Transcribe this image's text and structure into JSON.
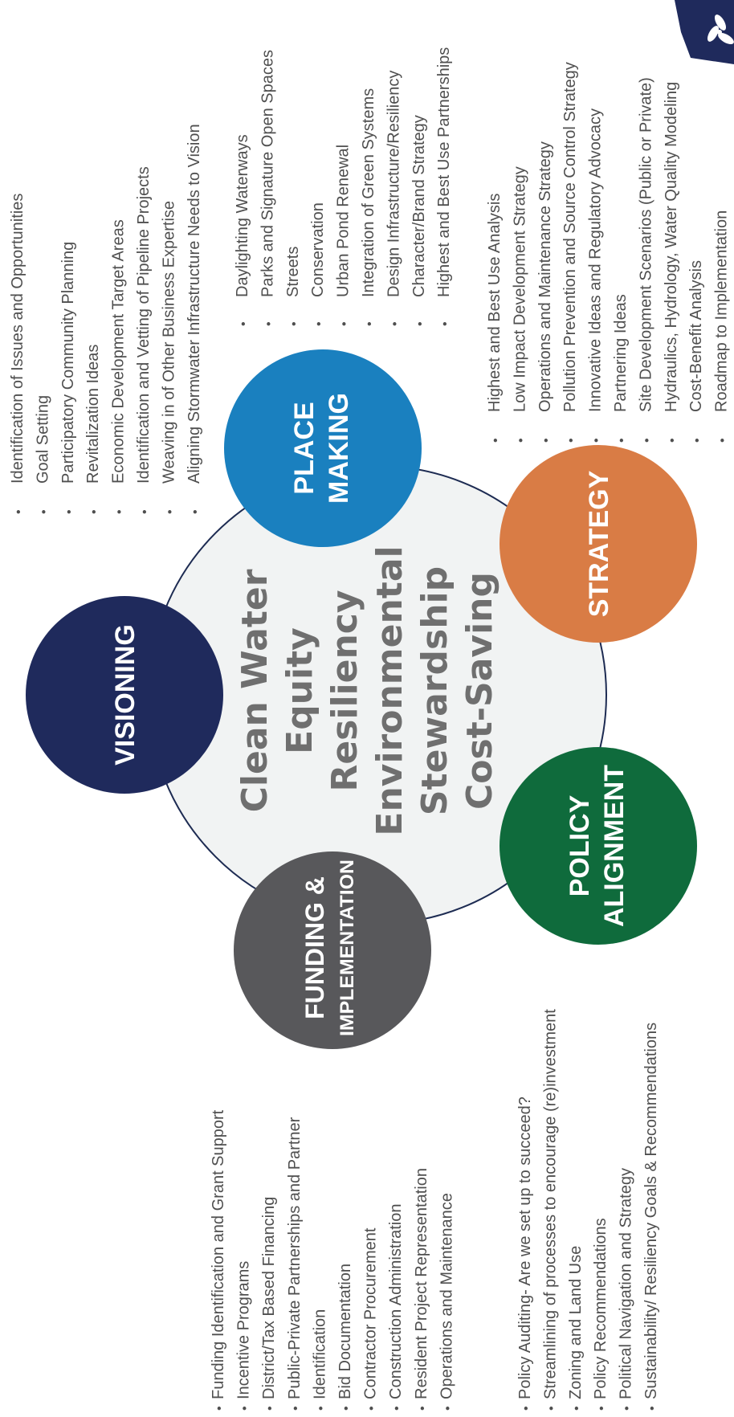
{
  "center_values": [
    "Clean Water",
    "Equity",
    "Resiliency",
    "Environmental",
    "Stewardship",
    "Cost-Saving"
  ],
  "colors": {
    "visioning": "#1f2a5c",
    "place_making": "#1a80bf",
    "strategy": "#d97c45",
    "policy_alignment": "#0f6b3c",
    "funding": "#58585b",
    "center_fill": "#f1f3f3",
    "center_stroke": "#1d2b52",
    "text": "#4f4f4f",
    "logo": "#1f2a5c"
  },
  "logo": {
    "icon": "leaf-emblem-icon"
  },
  "bullet_glyph": "•",
  "nodes": {
    "visioning": {
      "label": [
        "VISIONING"
      ],
      "items": [
        "Identification of Issues and Opportunities",
        "Goal Setting",
        "Participatory Community Planning",
        "Revitalization Ideas",
        "Economic Development Target Areas",
        "Identification and Vetting of Pipeline Projects",
        "Weaving in of Other Business Expertise",
        "Aligning Stormwater Infrastructure Needs to Vision"
      ]
    },
    "place_making": {
      "label": [
        "PLACE",
        "MAKING"
      ],
      "items": [
        "Daylighting Waterways",
        "Parks and Signature Open Spaces",
        "Streets",
        "Conservation",
        "Urban Pond Renewal",
        "Integration of Green Systems",
        "Design Infrastructure/Resiliency",
        "Character/Brand Strategy",
        "Highest and Best Use Partnerships"
      ]
    },
    "strategy": {
      "label": [
        "STRATEGY"
      ],
      "items": [
        "Highest and Best Use Analysis",
        "Low Impact Development Strategy",
        "Operations and Maintenance Strategy",
        "Pollution Prevention and Source Control Strategy",
        "Innovative Ideas and Regulatory Advocacy",
        "Partnering Ideas",
        "Site Development Scenarios (Public or Private)",
        "Hydraulics, Hydrology, Water Quality Modeling",
        "Cost-Benefit Analysis",
        "Roadmap to Implementation"
      ]
    },
    "policy_alignment": {
      "label": [
        "POLICY",
        "ALIGNMENT"
      ],
      "items": [
        "Policy Auditing- Are we set up to succeed?",
        "Streamlining of processes to encourage (re)investment",
        "Zoning and Land Use",
        "Policy Recommendations",
        "Political Navigation and Strategy",
        "Sustainability/ Resiliency Goals & Recommendations"
      ]
    },
    "funding": {
      "label": [
        "FUNDING &",
        "IMPLEMENTATION"
      ],
      "items": [
        "Funding Identification and Grant Support",
        "Incentive Programs",
        "District/Tax Based Financing",
        "Public-Private Partnerships and Partner",
        "Identification",
        "Bid Documentation",
        "Contractor Procurement",
        "Construction Administration",
        "Resident Project Representation",
        "Operations and Maintenance"
      ]
    }
  }
}
